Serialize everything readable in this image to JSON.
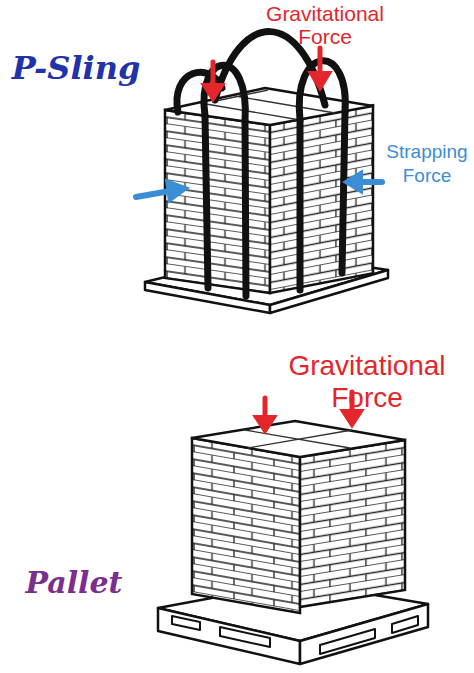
{
  "diagram": {
    "labels": [
      "P-Sling",
      "Gravitational Force",
      "Strapping Force",
      "Gravitational Force",
      "Pallet"
    ]
  }
}
